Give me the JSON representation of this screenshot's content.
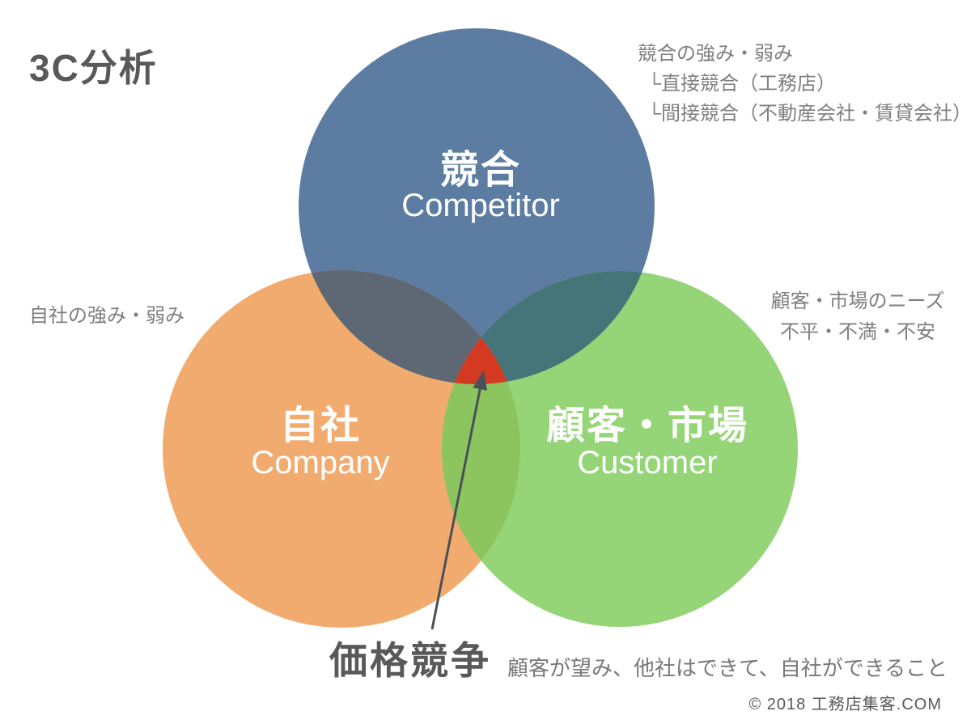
{
  "title": "3C分析",
  "colors": {
    "competitor": "#5c7da1",
    "company": "#f2ab6e",
    "customer": "#95d578",
    "competitor_company_overlap": "#5e6874",
    "competitor_customer_overlap": "#467579",
    "company_customer_overlap": "#8cc45e",
    "center": "#d43a21",
    "arrow": "#4a5059"
  },
  "diagram": {
    "circles": [
      {
        "id": "competitor",
        "label_ja": "競合",
        "label_en": "Competitor"
      },
      {
        "id": "company",
        "label_ja": "自社",
        "label_en": "Company"
      },
      {
        "id": "customer",
        "label_ja": "顧客・市場",
        "label_en": "Customer"
      }
    ]
  },
  "annotations": {
    "competitor_note_line1": "競合の強み・弱み",
    "competitor_note_line2": "└直接競合（工務店）",
    "competitor_note_line3": "└間接競合（不動産会社・賃貸会社）",
    "company_note": "自社の強み・弱み",
    "customer_note_line1": "顧客・市場のニーズ",
    "customer_note_line2": "不平・不満・不安",
    "center_label": "価格競争",
    "center_note": "顧客が望み、他社はできて、自社ができること"
  },
  "footer": {
    "copyright": "© 2018 工務店集客.COM"
  }
}
